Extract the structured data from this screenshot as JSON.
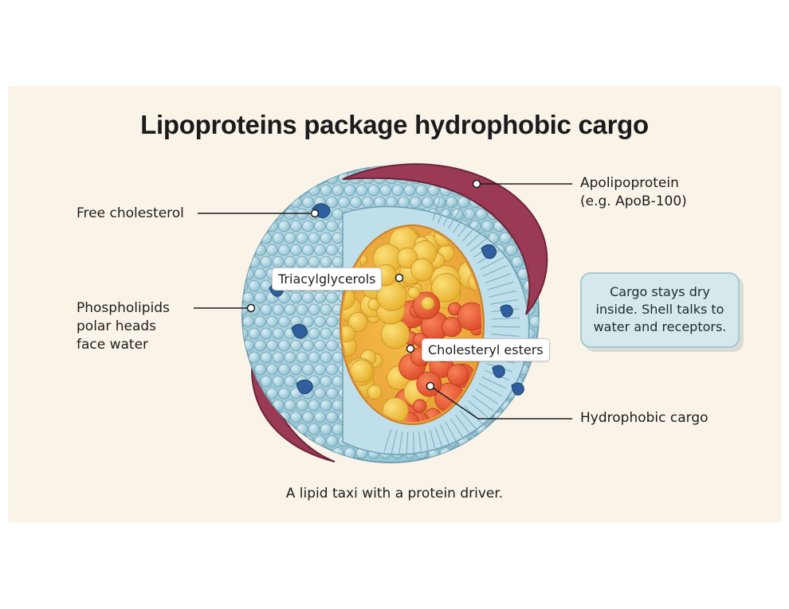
{
  "title": "Lipoproteins package hydrophobic cargo",
  "labels": {
    "free_cholesterol": "Free cholesterol",
    "apolipoprotein_line1": "Apolipoprotein",
    "apolipoprotein_line2": "(e.g. ApoB-100)",
    "phospholipids_line1": "Phospholipids",
    "phospholipids_line2": "polar heads",
    "phospholipids_line3": "face water",
    "triacylglycerols": "Triacylglycerols",
    "cholesteryl_esters": "Cholesteryl esters",
    "hydrophobic_cargo": "Hydrophobic cargo"
  },
  "note": {
    "line1": "Cargo stays dry",
    "line2": "inside. Shell talks to",
    "line3": "water and receptors."
  },
  "caption": "A lipid taxi with a protein driver.",
  "colors": {
    "background": "#faf3e8",
    "shell": "#a9d3e0",
    "shell_outline": "#6f9fb0",
    "apoprotein": "#9b3a55",
    "cholesterol": "#2f5f9e",
    "triacylglycerol": "#f2c23e",
    "cholesteryl_ester": "#e8532f"
  }
}
